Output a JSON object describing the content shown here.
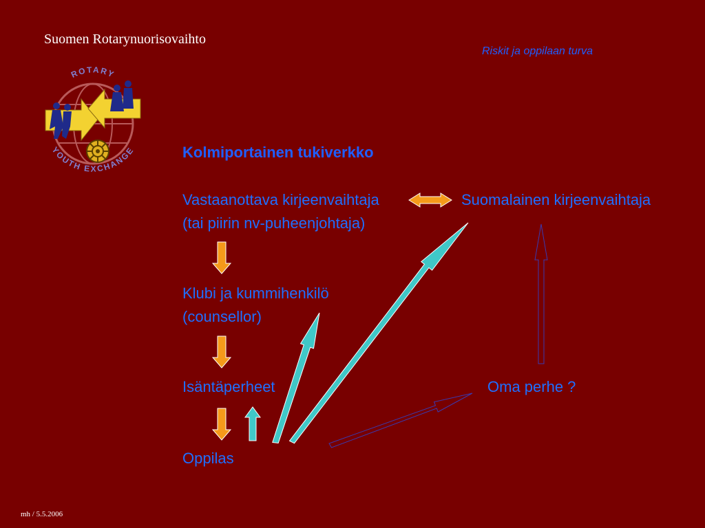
{
  "header": {
    "organization": "Suomen Rotarynuorisovaihto",
    "subtitle": "Riskit ja oppilaan turva"
  },
  "logo": {
    "top_text": "ROTARY",
    "bottom_text": "YOUTH EXCHANGE"
  },
  "main": {
    "heading": "Kolmiportainen tukiverkko",
    "receiving_exchange_officer": "Vastaanottava kirjeenvaihtaja",
    "receiving_exchange_officer_alt": "(tai piirin nv-puheenjohtaja)",
    "finnish_exchange_officer": "Suomalainen kirjeenvaihtaja",
    "club_and_sponsor": "Klubi ja kummihenkilö",
    "counsellor": "(counsellor)",
    "host_families": "Isäntäperheet",
    "own_family": "Oma perhe ?",
    "student": "Oppilas"
  },
  "footer": {
    "credit": "mh / 5.5.2006"
  },
  "colors": {
    "background": "#780000",
    "text_blue": "#1f6fff",
    "arrow_orange": "#f59a1a",
    "arrow_teal": "#40c8c8",
    "arrow_outline": "#3a3ab0"
  }
}
